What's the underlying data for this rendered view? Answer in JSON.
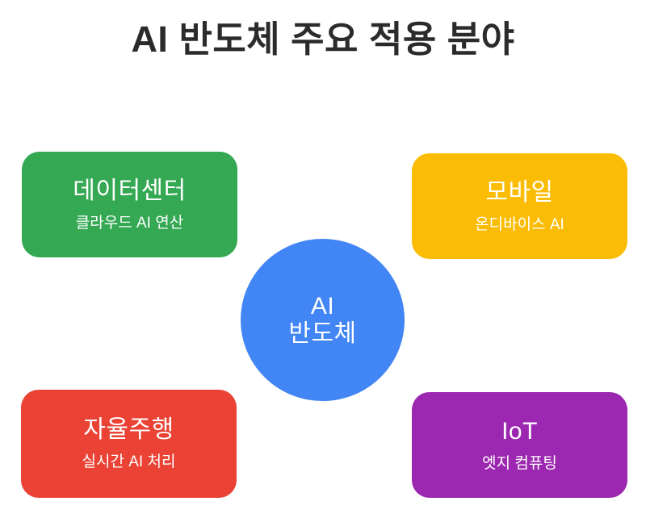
{
  "title": "AI 반도체 주요 적용 분야",
  "colors": {
    "background": "#ffffff",
    "title_text": "#2b2b2b",
    "card_text": "#ffffff"
  },
  "center": {
    "label_lines": [
      "AI",
      "반도체"
    ],
    "color": "#4285f4"
  },
  "nodes": [
    {
      "label": "데이터센터",
      "sublabel": "클라우드 AI 연산",
      "color": "#34a853",
      "position": "top-left"
    },
    {
      "label": "모바일",
      "sublabel": "온디바이스 AI",
      "color": "#fbbc05",
      "position": "top-right"
    },
    {
      "label": "자율주행",
      "sublabel": "실시간 AI 처리",
      "color": "#ea4335",
      "position": "bottom-left"
    },
    {
      "label": "IoT",
      "sublabel": "엣지 컴퓨팅",
      "color": "#9c27b0",
      "position": "bottom-right"
    }
  ]
}
